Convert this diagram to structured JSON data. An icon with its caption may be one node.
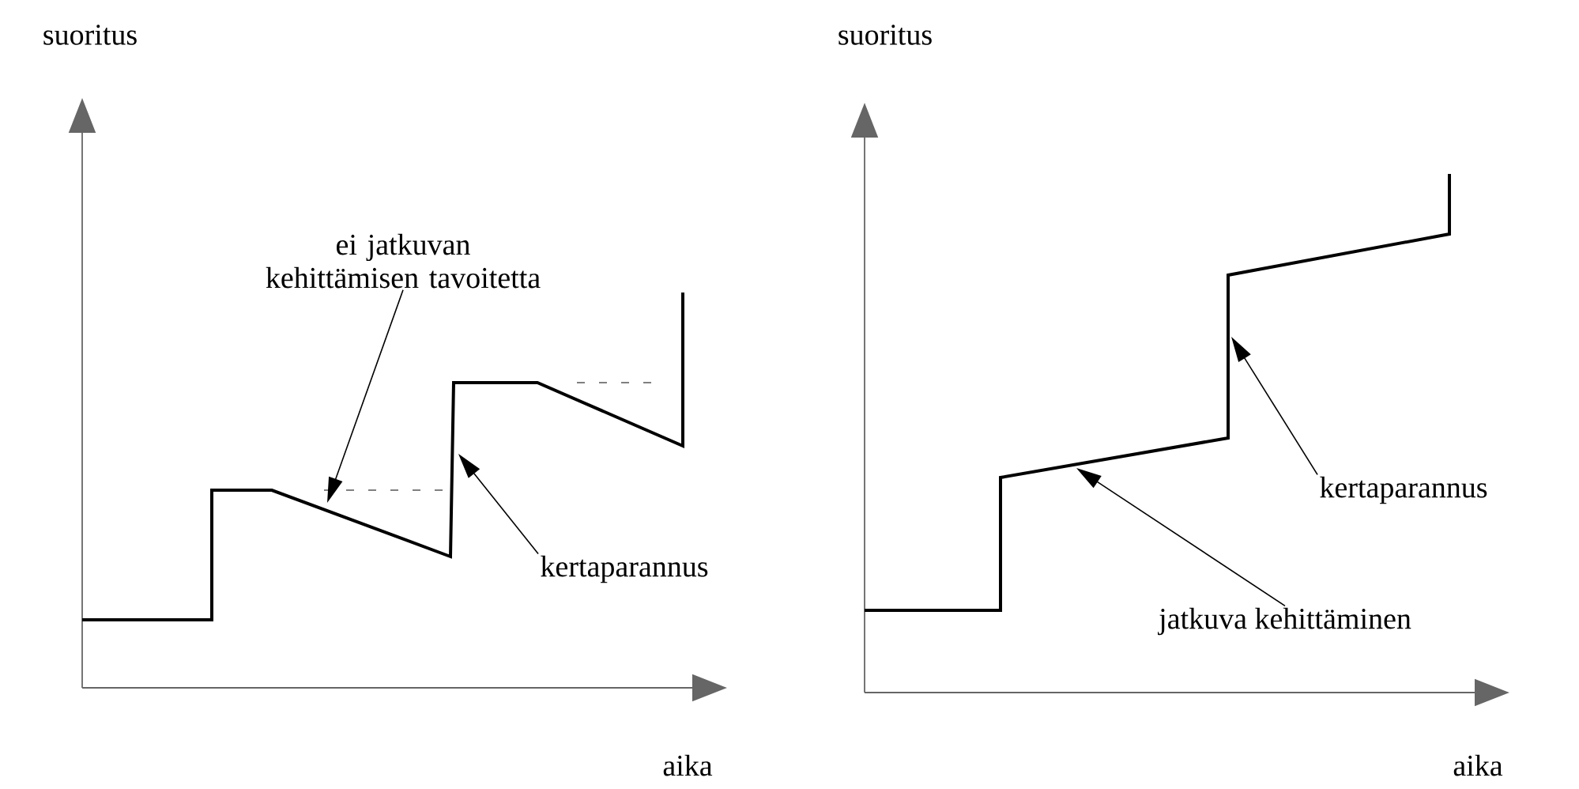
{
  "diagram": {
    "nodes": [
      {
        "text": [
          "ei jatkuvan kehittämisen tavoitetta"
        ]
      },
      {
        "text": [
          "kertaparannus"
        ]
      },
      {
        "text": [
          "kertaparannus"
        ]
      },
      {
        "text": [
          "jatkuva kehittäminen"
        ]
      }
    ],
    "edges": [
      {
        "from": 0,
        "to": null,
        "arrow": "to"
      },
      {
        "from": 1,
        "to": null,
        "arrow": "to"
      },
      {
        "from": 2,
        "to": null,
        "arrow": "to"
      },
      {
        "from": 3,
        "to": null,
        "arrow": "to"
      }
    ],
    "labels": [
      "suoritus",
      "suoritus",
      "aika",
      "aika"
    ]
  }
}
